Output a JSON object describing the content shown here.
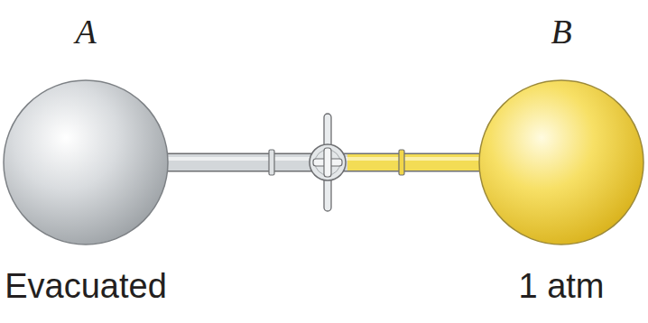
{
  "diagram": {
    "nodes": [
      {
        "text": [
          "A",
          "Evacuated"
        ]
      },
      {
        "text": [
          "B",
          "1 atm"
        ]
      }
    ],
    "edges": [
      {
        "from": 0,
        "to": 1,
        "arrow": "none"
      }
    ]
  }
}
